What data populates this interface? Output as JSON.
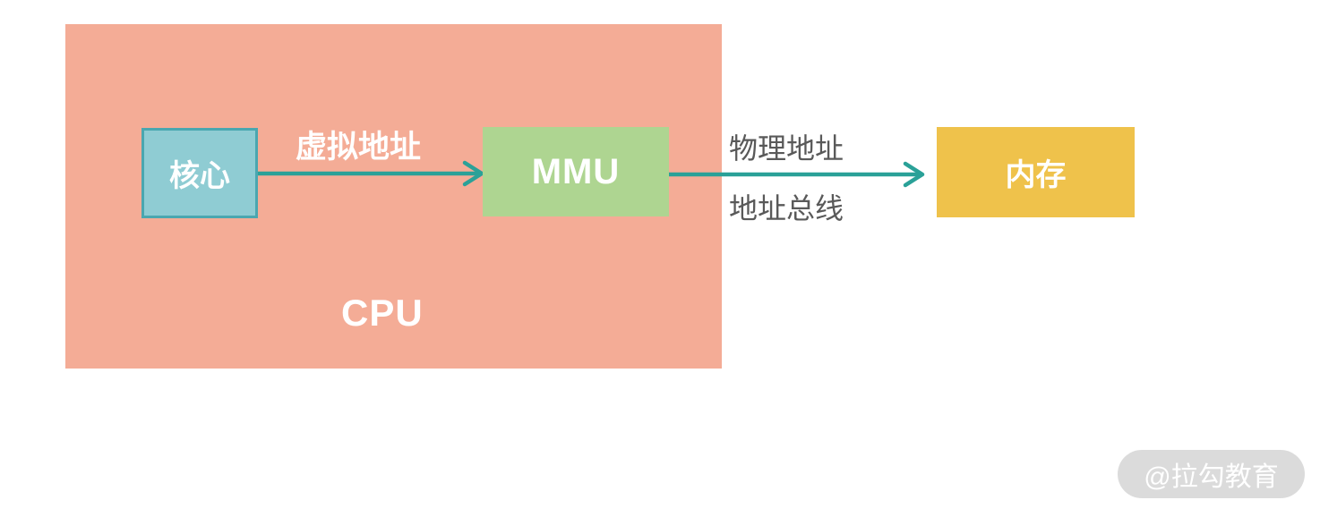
{
  "colors": {
    "cpu_fill": "#F4AC96",
    "core_fill": "#8FCCD3",
    "core_border": "#4AA7B0",
    "mmu_fill": "#AED591",
    "memory_fill": "#EFC24B",
    "arrow": "#2AA198",
    "label_gray": "#595959",
    "watermark_bg": "#DBDBDB",
    "box_text": "#FFFFFF"
  },
  "diagram": {
    "cpu_label": "CPU",
    "core_label": "核心",
    "mmu_label": "MMU",
    "memory_label": "内存",
    "virtual_address_label": "虚拟地址",
    "physical_address_label": "物理地址",
    "address_bus_label": "地址总线"
  },
  "watermark": {
    "text": "@拉勾教育"
  }
}
